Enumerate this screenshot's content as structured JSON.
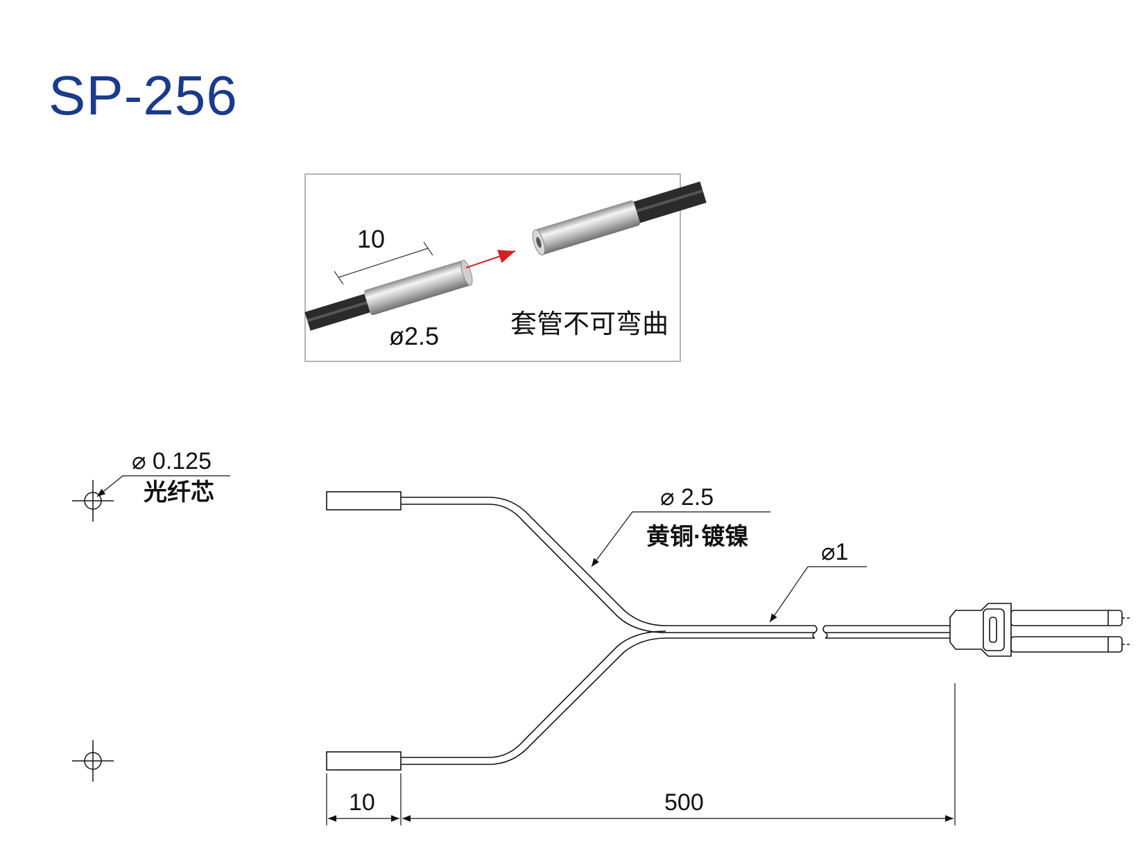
{
  "title": "SP-256",
  "inset": {
    "length_label": "10",
    "diameter_label": "ø2.5",
    "note": "套管不可弯曲"
  },
  "drawing": {
    "core_diameter": "⌀ 0.125",
    "core_label": "光纤芯",
    "sleeve_diameter": "⌀ 2.5",
    "sleeve_material": "黄铜·镀镍",
    "fiber_diameter": "⌀1",
    "dim_tip_length": "10",
    "dim_total_length": "500"
  }
}
